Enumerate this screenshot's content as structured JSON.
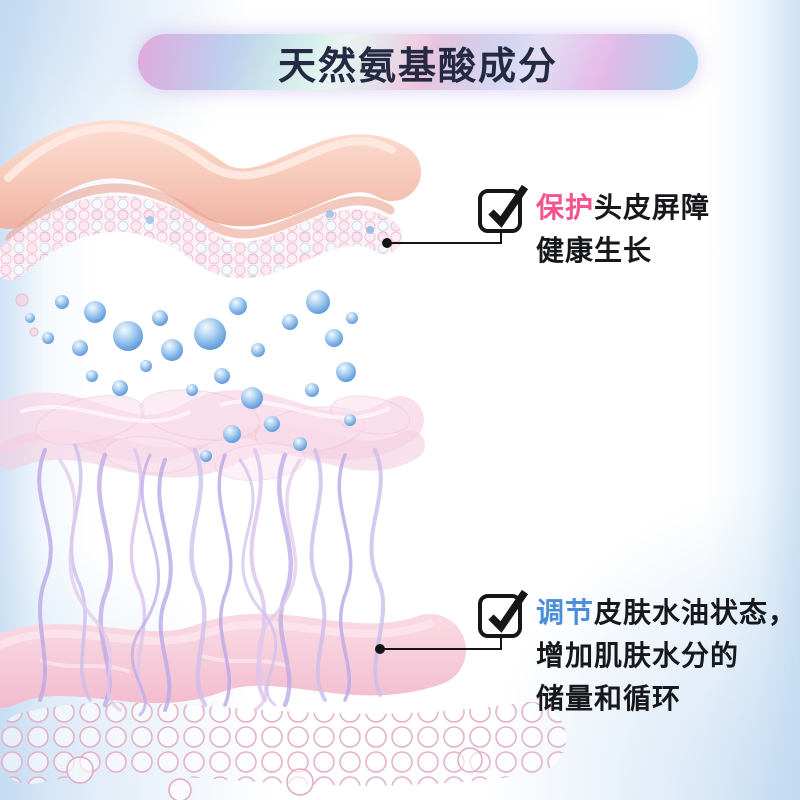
{
  "banner": {
    "title": "天然氨基酸成分",
    "text_color": "#252a44",
    "gradient_colors": [
      "#dfa9dc",
      "#bfcfee",
      "#b5e4da",
      "#eec4dc",
      "#b9c0ea",
      "#e4b6e6",
      "#a6d6ec"
    ]
  },
  "callouts": {
    "protect": {
      "icon": "checkmark-icon",
      "highlight": "保护",
      "highlight_color": "#f4538c",
      "rest": "头皮屏障",
      "line2": "健康生长"
    },
    "regulate": {
      "icon": "checkmark-icon",
      "highlight": "调节",
      "highlight_color": "#4a8fd8",
      "rest": "皮肤水油状态，",
      "line2": "增加肌肤水分的",
      "line3": "储量和循环"
    }
  },
  "illustration": {
    "layers": [
      "top-skin-barrier",
      "granule-layer",
      "water-droplets",
      "membrane-layer",
      "amino-acid-strands",
      "bottom-skin-layer",
      "bubble-cluster"
    ]
  },
  "colors": {
    "background_edge": "#cfe2f4",
    "connector": "#141414",
    "droplet_blue": "#5d9bd9",
    "skin_pink": "#f0b4a6",
    "strand_purple": "#b9a8e6"
  }
}
